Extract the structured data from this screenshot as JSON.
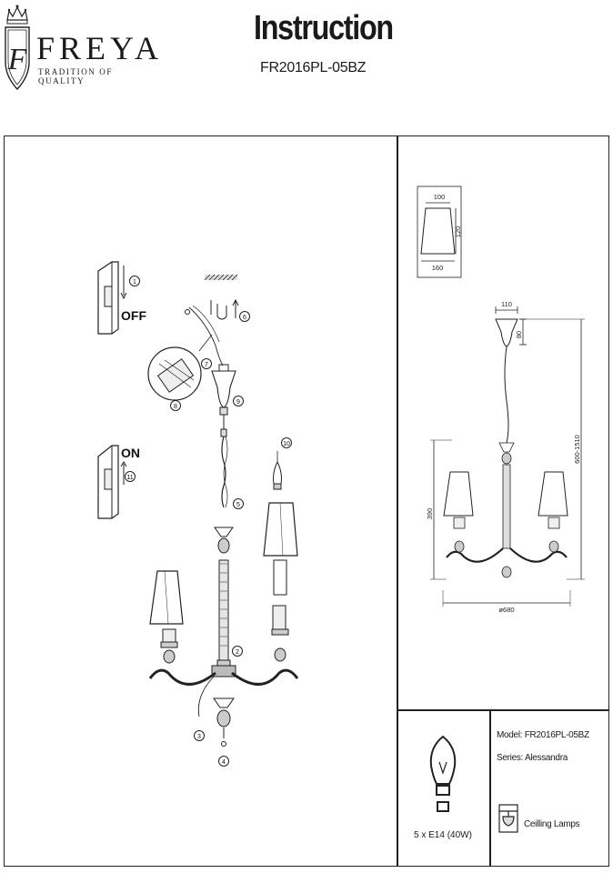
{
  "brand": {
    "name": "FREYA",
    "tagline": "TRADITION OF QUALITY",
    "monogram": "F"
  },
  "header": {
    "title": "Instruction",
    "model": "FR2016PL-05BZ"
  },
  "assembly": {
    "switch_off": "OFF",
    "switch_on": "ON",
    "steps": [
      "1",
      "2",
      "3",
      "4",
      "5",
      "6",
      "7",
      "8",
      "9",
      "10",
      "11"
    ]
  },
  "shade_dims": {
    "top": "100",
    "height": "120",
    "bottom": "160"
  },
  "overall_dims": {
    "canopy_width": "110",
    "canopy_height": "80",
    "total_height": "600-1510",
    "body_height": "390",
    "diameter": "ø680"
  },
  "bulb": {
    "spec": "5 x E14 (40W)"
  },
  "info": {
    "model_line": "Model: FR2016PL-05BZ",
    "series_line": "Series: Alessandra",
    "category": "Ceilling Lamps"
  }
}
